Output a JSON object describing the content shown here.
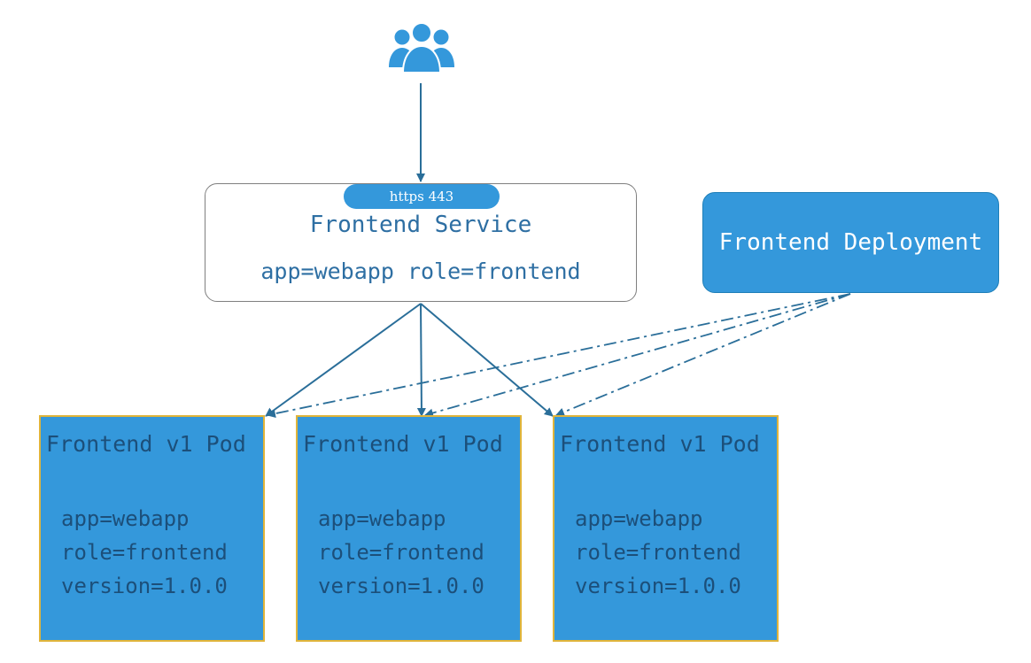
{
  "users": {
    "icon": "users-group-icon"
  },
  "service": {
    "port_label": "https 443",
    "title": "Frontend Service",
    "selector": "app=webapp role=frontend"
  },
  "deployment": {
    "title": "Frontend Deployment"
  },
  "pods": [
    {
      "title": "Frontend v1 Pod",
      "labels": [
        "app=webapp",
        "role=frontend",
        "version=1.0.0"
      ]
    },
    {
      "title": "Frontend v1 Pod",
      "labels": [
        "app=webapp",
        "role=frontend",
        "version=1.0.0"
      ]
    },
    {
      "title": "Frontend v1 Pod",
      "labels": [
        "app=webapp",
        "role=frontend",
        "version=1.0.0"
      ]
    }
  ],
  "colors": {
    "primary_blue": "#3498db",
    "line_blue": "#2a6e99",
    "pod_border": "#e0b43a",
    "pod_text": "#1c4f7a",
    "service_text": "#2e6fa3",
    "service_border": "#7f7f7f"
  }
}
